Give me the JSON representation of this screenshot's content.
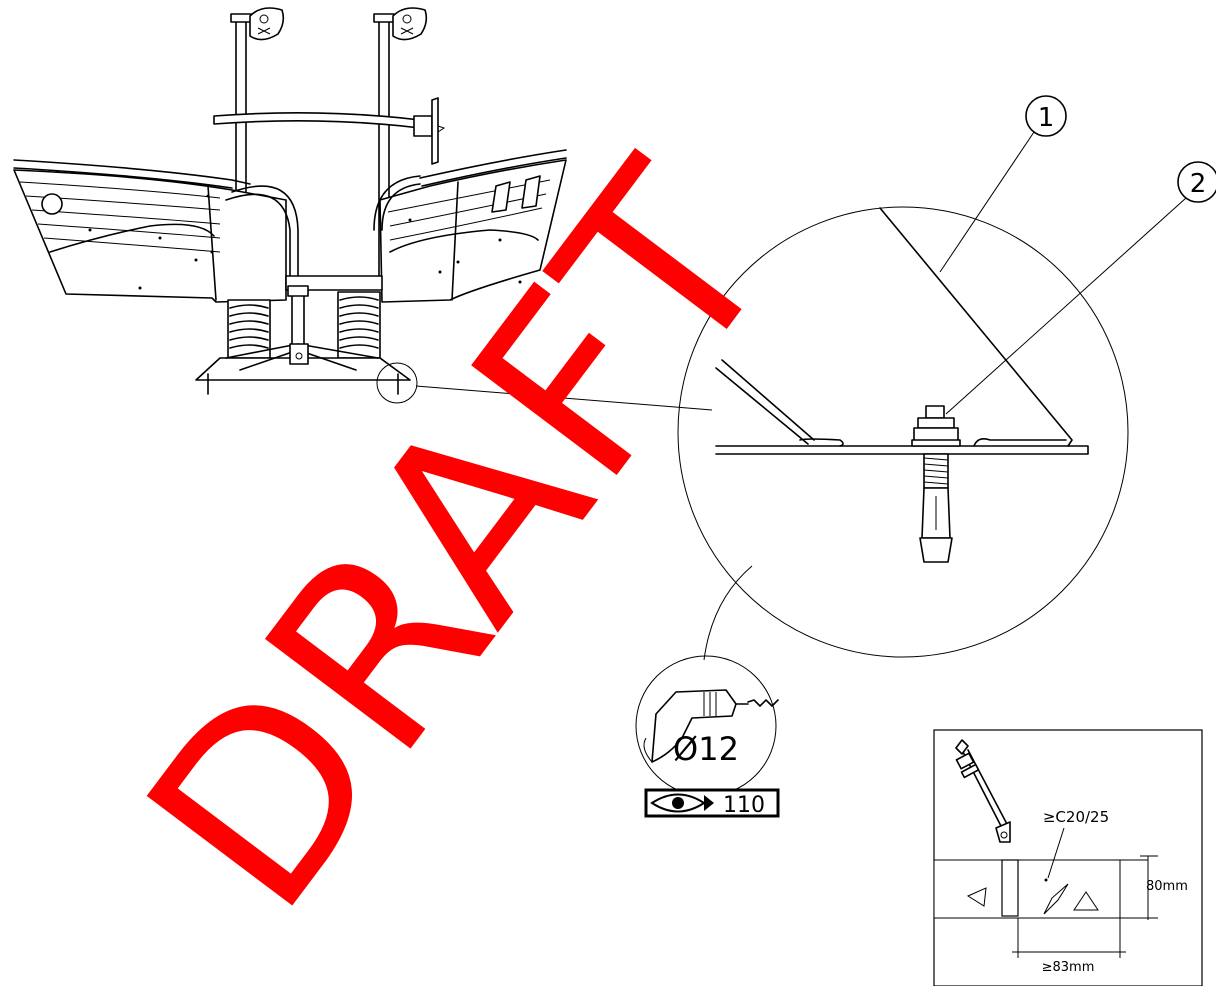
{
  "callouts": [
    {
      "number": "1"
    },
    {
      "number": "2"
    }
  ],
  "drill": {
    "diameter_label": "Ø12",
    "depth_value": "110",
    "icons": [
      "drill-icon",
      "eye-icon"
    ]
  },
  "anchor_inset": {
    "concrete_grade": "≥C20/25",
    "thickness": "80mm",
    "embedment": "≥83mm"
  },
  "watermark": {
    "text": "DRAFT",
    "color": "#ff0000"
  }
}
